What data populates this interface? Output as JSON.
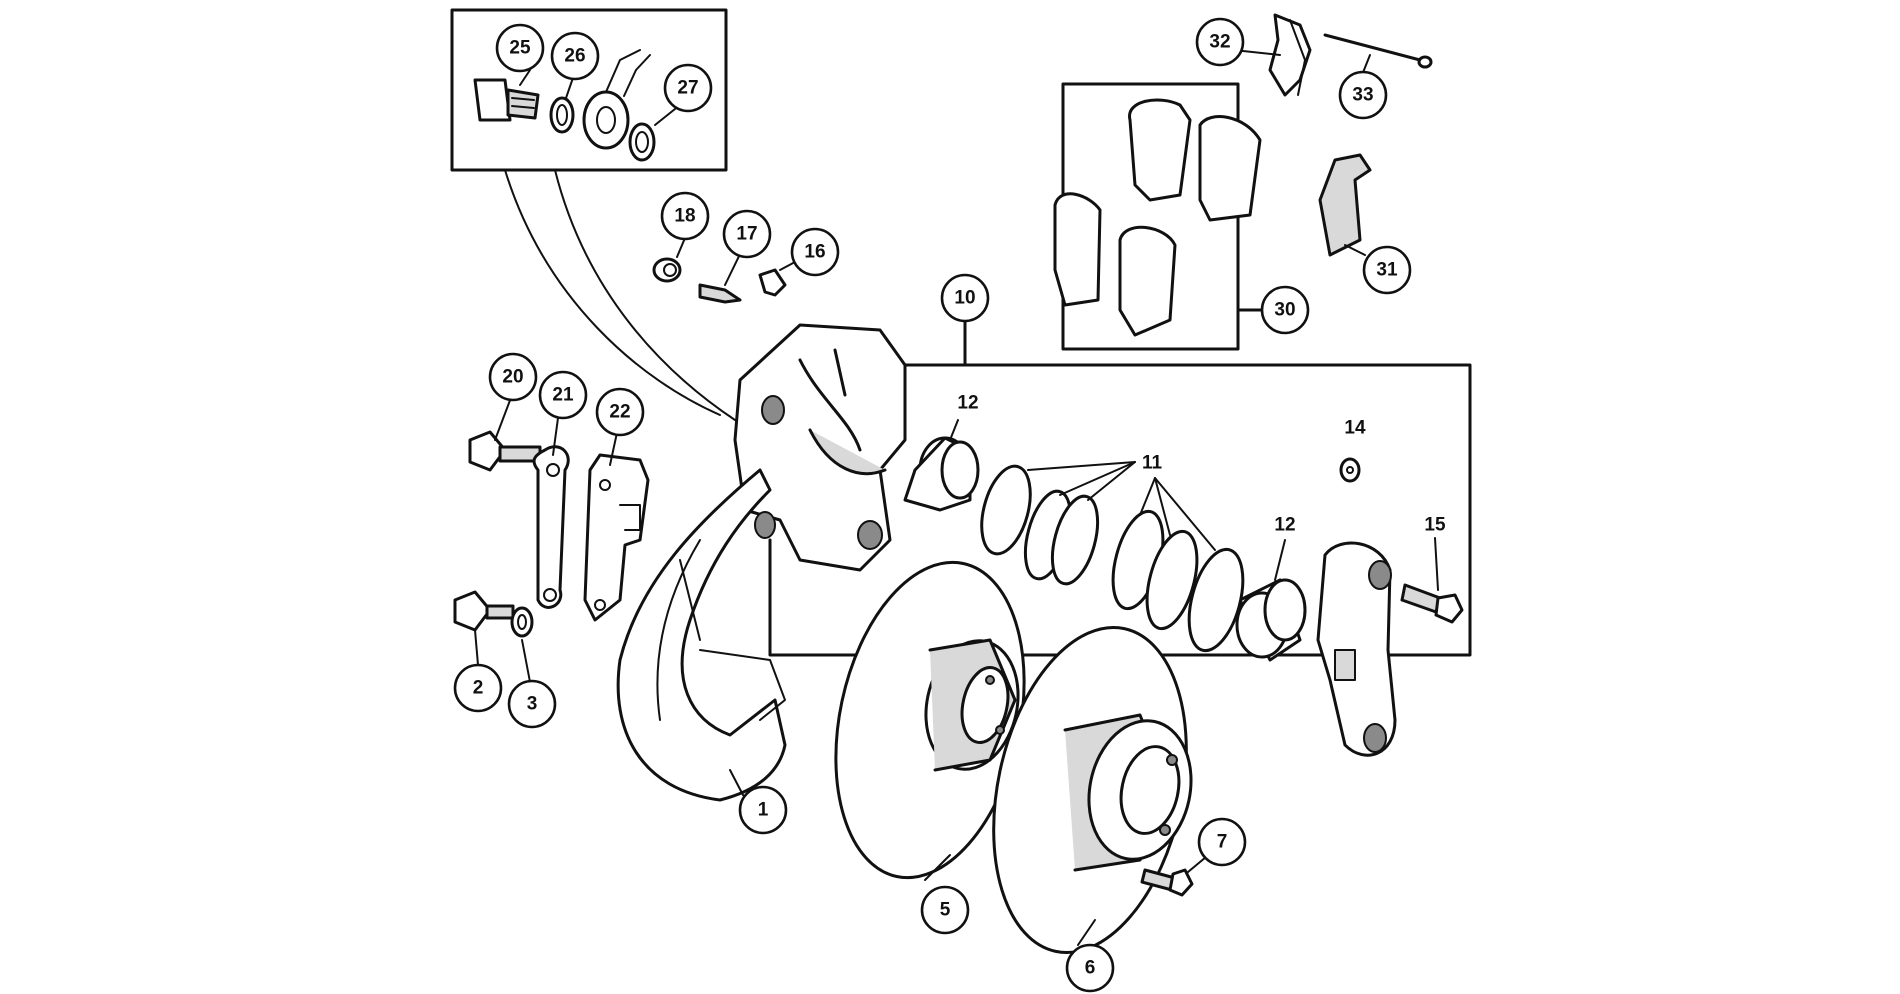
{
  "diagram": {
    "callouts": {
      "c1": "1",
      "c2": "2",
      "c3": "3",
      "c5": "5",
      "c6": "6",
      "c7": "7",
      "c10": "10",
      "c16": "16",
      "c17": "17",
      "c18": "18",
      "c20": "20",
      "c21": "21",
      "c22": "22",
      "c25": "25",
      "c26": "26",
      "c27": "27",
      "c30": "30",
      "c31": "31",
      "c32": "32",
      "c33": "33"
    },
    "labels": {
      "l11": "11",
      "l12a": "12",
      "l12b": "12",
      "l14": "14",
      "l15": "15"
    }
  }
}
